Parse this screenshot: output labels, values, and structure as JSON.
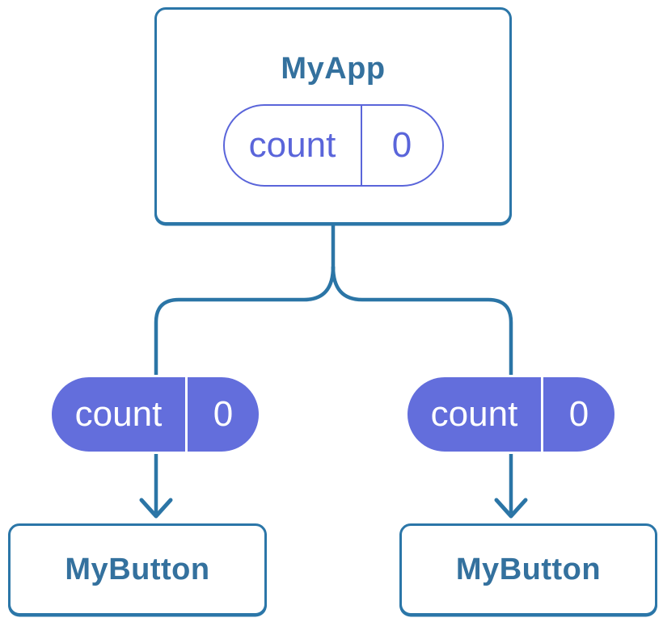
{
  "diagram": {
    "type": "component-tree",
    "colors": {
      "line": "#2b75a6",
      "node_border": "#2b76a8",
      "node_bg": "#ffffff",
      "node_text": "#34719e",
      "pill_fill": "#636edc",
      "pill_outline": "#5a65da",
      "pill_text_light": "#ffffff",
      "background": "#ffffff"
    },
    "root": {
      "title": "MyApp",
      "state": {
        "name": "count",
        "value": "0"
      }
    },
    "children": [
      {
        "title": "MyButton",
        "prop": {
          "name": "count",
          "value": "0"
        }
      },
      {
        "title": "MyButton",
        "prop": {
          "name": "count",
          "value": "0"
        }
      }
    ]
  }
}
